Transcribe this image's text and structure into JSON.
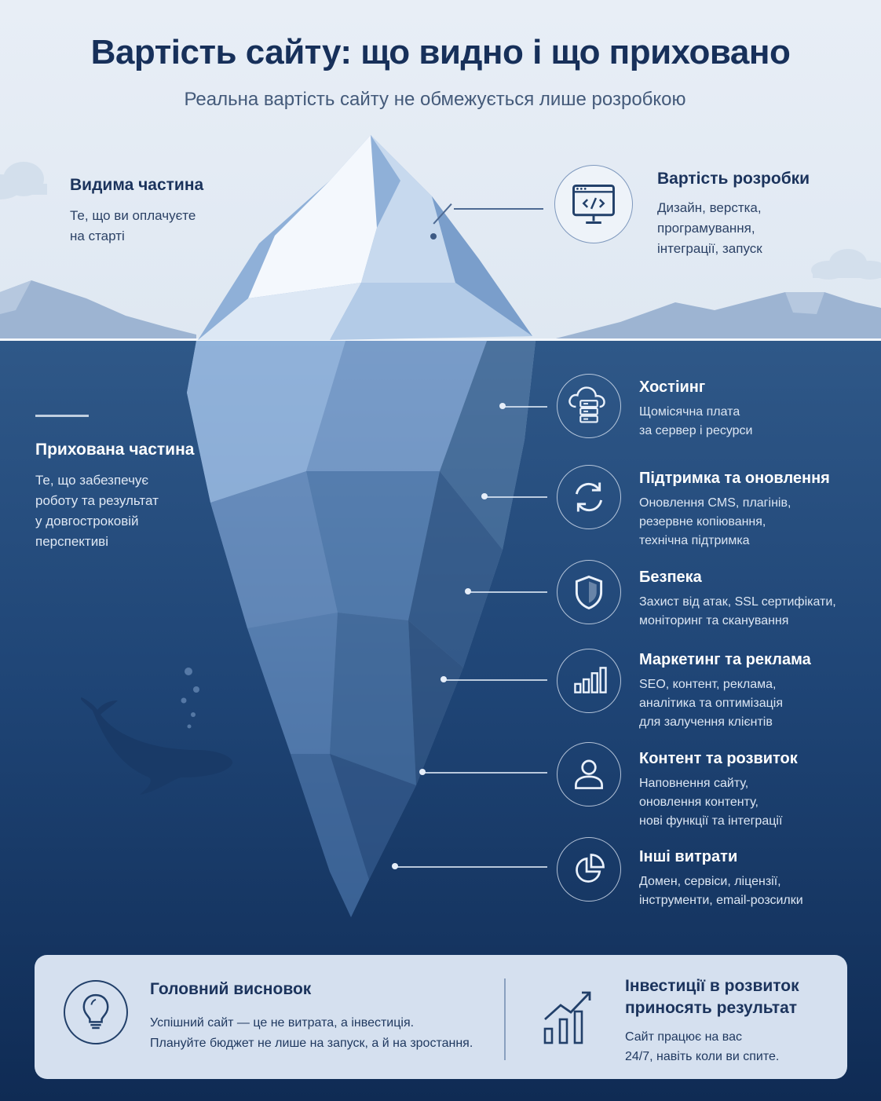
{
  "header": {
    "title": "Вартість сайту: що видно і що приховано",
    "subtitle": "Реальна вартість сайту не обмежується лише розробкою"
  },
  "visible_part": {
    "heading": "Видима частина",
    "text": "Те, що ви оплачуєте\nна старті"
  },
  "hidden_part": {
    "heading": "Прихована частина",
    "text": "Те, що забезпечує\nроботу та результат\nу довгостроковій\nперспективі"
  },
  "development": {
    "heading": "Вартість розробки",
    "text": "Дизайн, верстка,\nпрограмування,\nінтеграції, запуск",
    "icon": "code-monitor-icon"
  },
  "hidden_items": [
    {
      "heading": "Хостіинг",
      "text": "Щомісячна плата\nза сервер і ресурси",
      "icon": "cloud-server-icon"
    },
    {
      "heading": "Підтримка та оновлення",
      "text": "Оновлення CMS, плагінів,\nрезервне копіювання,\nтехнічна підтримка",
      "icon": "refresh-icon"
    },
    {
      "heading": "Безпека",
      "text": "Захист від атак, SSL сертифікати,\nмоніторинг та сканування",
      "icon": "shield-icon"
    },
    {
      "heading": "Маркетинг та реклама",
      "text": "SEO, контент, реклама,\nаналітика та оптимізація\nдля залучення клієнтів",
      "icon": "bar-chart-icon"
    },
    {
      "heading": "Контент та розвиток",
      "text": "Наповнення сайту,\nоновлення контенту,\nнові функції та інтеграції",
      "icon": "user-icon"
    },
    {
      "heading": "Інші витрати",
      "text": "Домен, сервіси, ліцензії,\nінструменти, email-розсилки",
      "icon": "pie-chart-icon"
    }
  ],
  "conclusion": {
    "heading": "Головний висновок",
    "text": "Успішний сайт — це не витрата, а інвестиція.\nПлануйте бюджет не лише на запуск, а й на зростання.",
    "icon": "lightbulb-icon"
  },
  "investment": {
    "heading": "Інвестиції в розвиток\nприносять результат",
    "text": "Сайт працює на вас\n24/7, навіть коли ви спите.",
    "icon": "growth-chart-icon"
  },
  "colors": {
    "title": "#17305a",
    "sky_top": "#e8eef6",
    "water_top": "#2f5888",
    "water_bottom": "#0f2b54",
    "panel": "#d5e0ef"
  }
}
